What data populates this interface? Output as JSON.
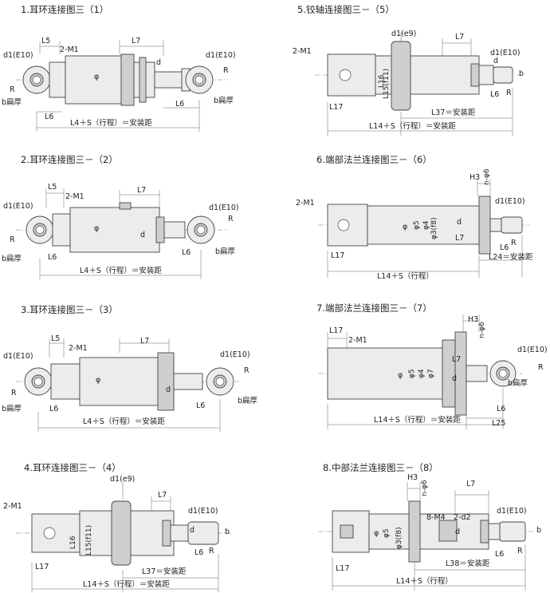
{
  "panels": [
    {
      "id": "p1",
      "title": "1.耳环连接图三（1）",
      "labels": {
        "l5": "L5",
        "m1": "2-M1",
        "l7": "L7",
        "d1": "d1(E10)",
        "d1r": "d1(E10)",
        "r": "R",
        "rr": "R",
        "b": "b扁厚",
        "brr": "b扁厚",
        "l6": "L6",
        "l6r": "L6",
        "total": "L4＋S（行程）＝安装距",
        "phi": "φ",
        "d": "d"
      }
    },
    {
      "id": "p2",
      "title": "2.耳环连接图三－（2）",
      "labels": {
        "l5": "L5",
        "m1": "2-M1",
        "l7": "L7",
        "d1": "d1(E10)",
        "d1r": "d1(E10)",
        "r": "R",
        "rr": "R",
        "b": "b扁厚",
        "brr": "b扁厚",
        "l6": "L6",
        "l6r": "L6",
        "total": "L4＋S（行程）＝安装距",
        "phi": "φ",
        "d": "d"
      }
    },
    {
      "id": "p3",
      "title": "3.耳环连接图三－（3）",
      "labels": {
        "l5": "L5",
        "m1": "2-M1",
        "l7": "L7",
        "d1": "d1(E10)",
        "d1r": "d1(E10)",
        "r": "R",
        "rr": "R",
        "b": "b扁厚",
        "brr": "b扁厚",
        "l6": "L6",
        "l6r": "L6",
        "total": "L4＋S（行程）＝安装距",
        "phi": "φ",
        "d": "d"
      }
    },
    {
      "id": "p4",
      "title": "4.耳环连接图三－（4）",
      "labels": {
        "d1e9": "d1(e9)",
        "l7": "L7",
        "m1": "2-M1",
        "l16": "L16",
        "l15": "L15(f11)",
        "d": "d",
        "d1": "d1(E10)",
        "b": "b",
        "r": "R",
        "l6": "L6",
        "l17": "L17",
        "l37": "L37＝安装距",
        "total": "L14＋S（行程）＝安装距"
      }
    },
    {
      "id": "p5",
      "title": "5.铰轴连接图三－（5）",
      "labels": {
        "d1e9": "d1(e9)",
        "l7": "L7",
        "m1": "2-M1",
        "l16": "L16",
        "l15": "L15(f11)",
        "d": "d",
        "d1": "d1(E10)",
        "b": "b",
        "r": "R",
        "l6": "L6",
        "l17": "L17",
        "l37": "L37＝安装距",
        "total": "L14＋S（行程）＝安装距"
      }
    },
    {
      "id": "p6",
      "title": "6.端部法兰连接图三－（6）",
      "labels": {
        "h3": "H3",
        "n": "n-φ6",
        "m1": "2-M1",
        "d1": "d1(E10)",
        "phi": "φ",
        "phi5": "φ5",
        "phi4": "φ4",
        "phi3": "φ3(f8)",
        "d": "d",
        "l7": "L7",
        "r": "R",
        "l6": "L6",
        "l17": "L17",
        "l24": "L24＝安装距",
        "total": "L14＋S（行程）"
      }
    },
    {
      "id": "p7",
      "title": "7.端部法兰连接图三－（7）",
      "labels": {
        "h3": "H3",
        "n": "n-φ6",
        "l17": "L17",
        "m1": "2-M1",
        "phi": "φ",
        "phi5": "φ5",
        "phi4": "φ4",
        "phi7": "φ7",
        "d": "d",
        "l7": "L7",
        "d1": "d1(E10)",
        "r": "R",
        "b": "b扁厚",
        "l6": "L6",
        "total": "L14＋S（行程）＝安装距",
        "l25": "L25"
      }
    },
    {
      "id": "p8",
      "title": "8.中部法兰连接图三－（8）",
      "labels": {
        "h3": "H3",
        "n": "n-φ6",
        "l7": "L7",
        "m4": "8-M4",
        "d2": "2-d2",
        "phi": "φ",
        "phi5": "φ5",
        "phi3": "φ3(f8)",
        "d": "d",
        "d1": "d1(E10)",
        "b": "b",
        "r": "R",
        "l6": "L6",
        "l17": "L17",
        "l38": "L38＝安装距",
        "total": "L14＋S（行程）"
      }
    }
  ]
}
